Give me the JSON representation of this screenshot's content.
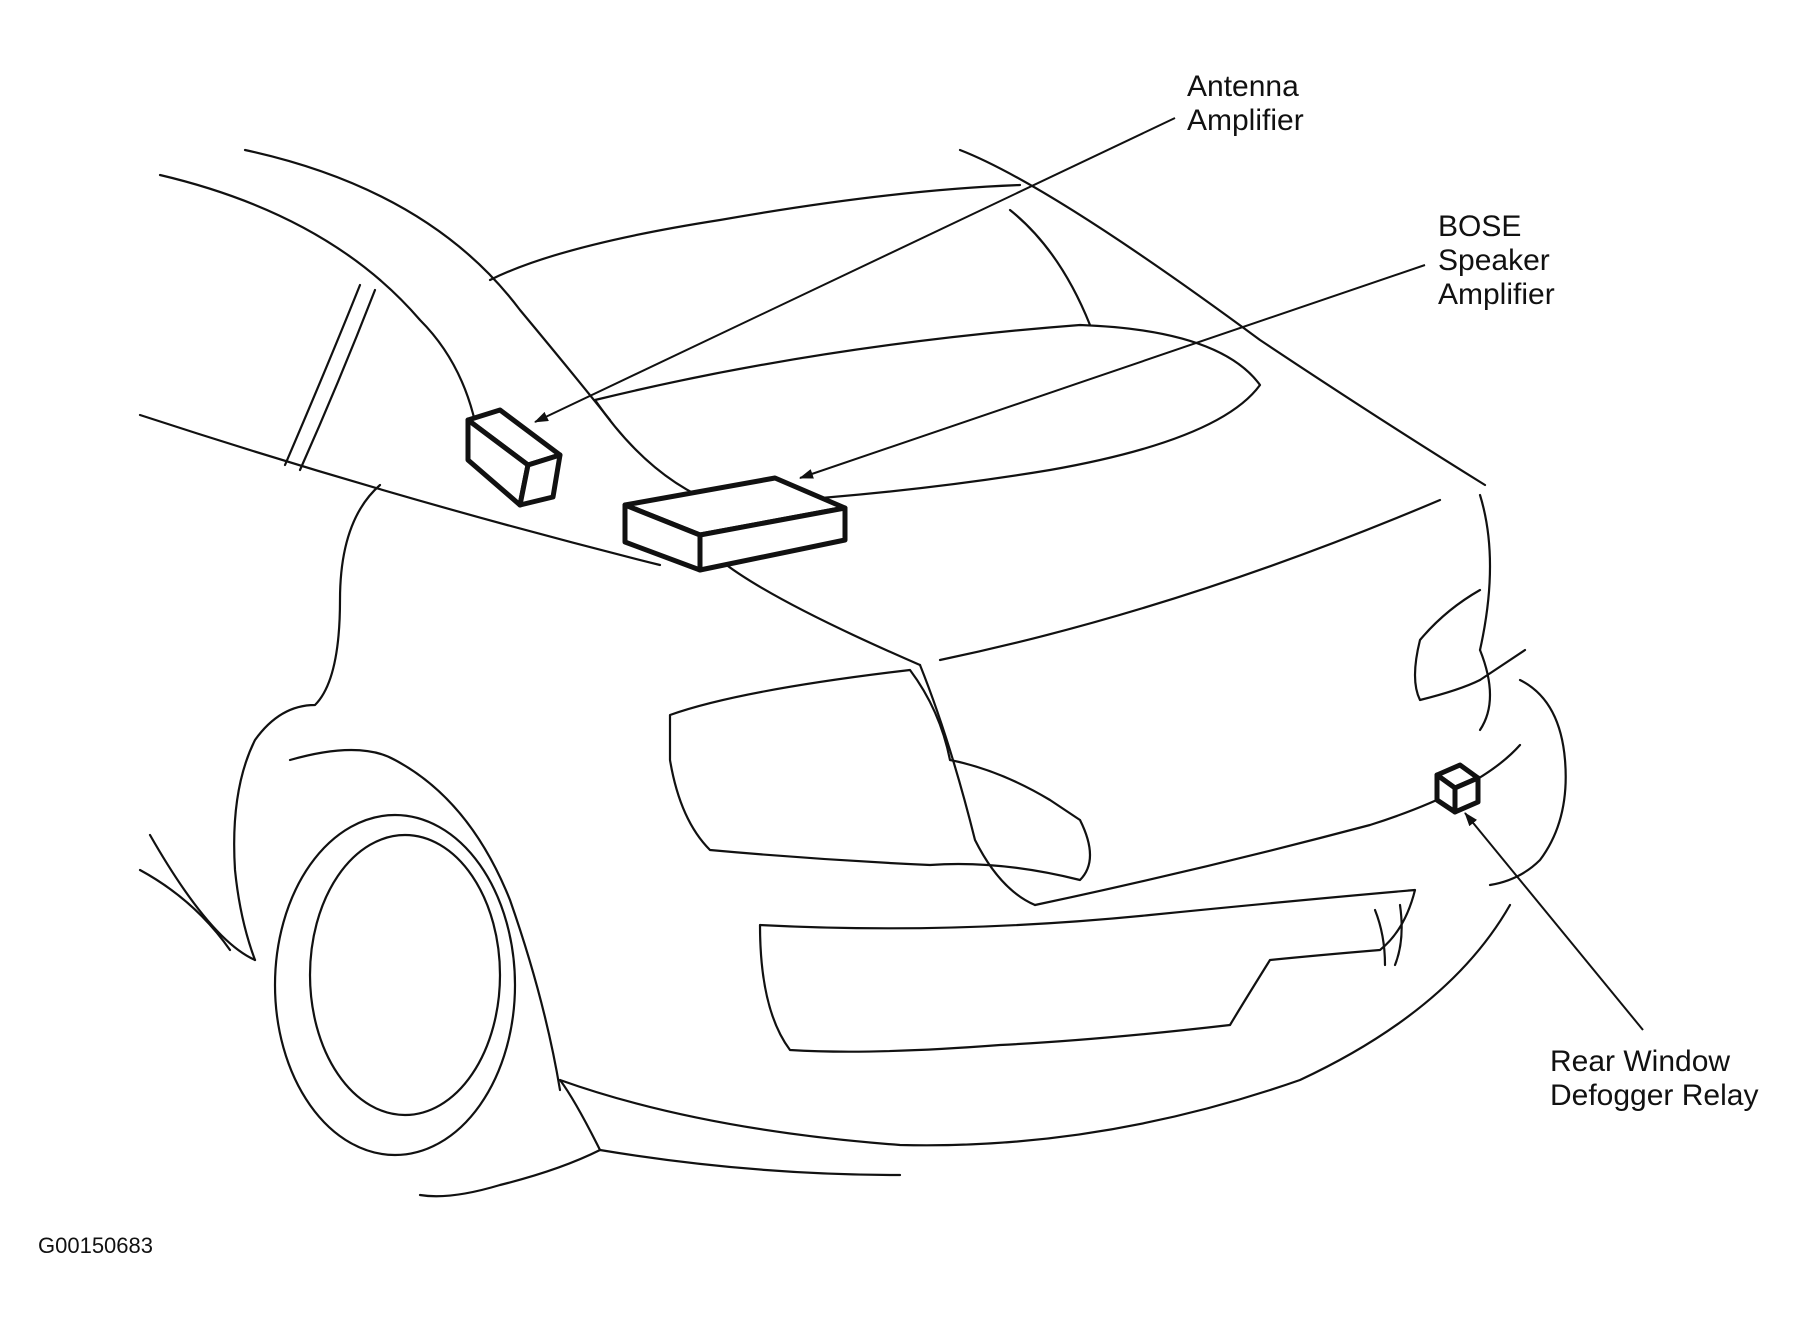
{
  "diagram": {
    "labels": {
      "antenna_amplifier": [
        "Antenna",
        "Amplifier"
      ],
      "bose_speaker_amplifier": [
        "BOSE",
        "Speaker",
        "Amplifier"
      ],
      "rear_window_defogger_relay": [
        "Rear Window",
        "Defogger Relay"
      ]
    },
    "figure_code": "G00150683"
  }
}
